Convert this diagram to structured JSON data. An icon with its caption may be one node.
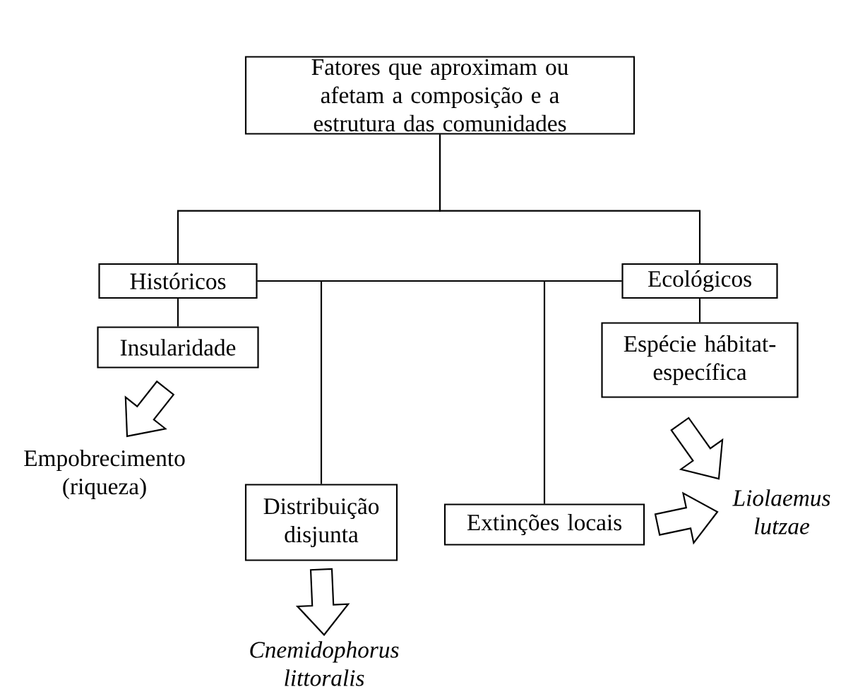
{
  "diagram": {
    "nodes": [
      {
        "text": [
          "Fatores que aproximam ou afetam a composição e a estrutura das comunidades"
        ]
      },
      {
        "text": [
          "Históricos"
        ]
      },
      {
        "text": [
          "Ecológicos"
        ]
      },
      {
        "text": [
          "Insularidade"
        ]
      },
      {
        "text": [
          "Empobrecimento (riqueza)"
        ]
      },
      {
        "text": [
          "Distribuição disjunta"
        ]
      },
      {
        "text": [
          "Cnemidophorus littoralis"
        ]
      },
      {
        "text": [
          "Extinções locais"
        ]
      },
      {
        "text": [
          "Espécie hábitat-específica"
        ]
      },
      {
        "text": [
          "Liolaemus lutzae"
        ]
      }
    ],
    "edges": [
      {
        "from": 0,
        "to": 1,
        "arrow": "none"
      },
      {
        "from": 0,
        "to": 2,
        "arrow": "none"
      },
      {
        "from": 1,
        "to": 2,
        "arrow": "none"
      },
      {
        "from": 1,
        "to": 3,
        "arrow": "none"
      },
      {
        "from": 1,
        "to": 5,
        "arrow": "none"
      },
      {
        "from": 2,
        "to": 7,
        "arrow": "none"
      },
      {
        "from": 2,
        "to": 8,
        "arrow": "none"
      },
      {
        "from": 3,
        "to": 4,
        "arrow": "to"
      },
      {
        "from": 5,
        "to": 6,
        "arrow": "to"
      },
      {
        "from": 8,
        "to": 9,
        "arrow": "to"
      },
      {
        "from": 7,
        "to": 9,
        "arrow": "to"
      }
    ]
  }
}
